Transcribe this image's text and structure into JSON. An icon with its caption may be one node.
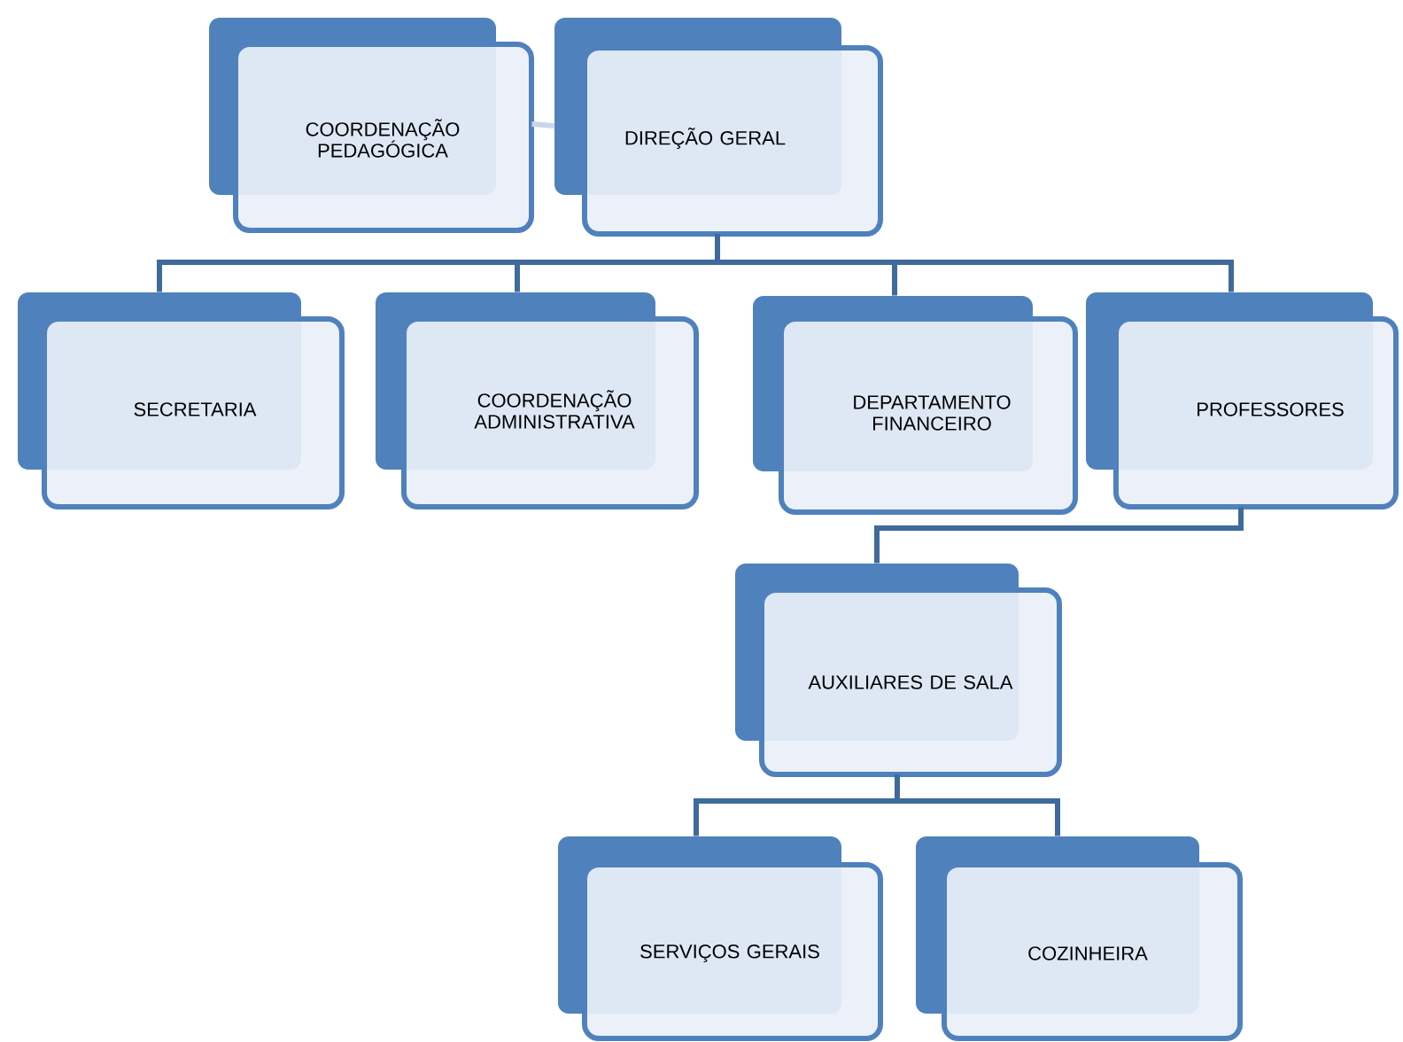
{
  "diagram": {
    "nodes": [
      {
        "text": [
          "COORDENAÇÃO PEDAGÓGICA"
        ]
      },
      {
        "text": [
          "DIREÇÃO GERAL"
        ]
      },
      {
        "text": [
          "SECRETARIA"
        ]
      },
      {
        "text": [
          "COORDENAÇÃO ADMINISTRATIVA"
        ]
      },
      {
        "text": [
          "DEPARTAMENTO FINANCEIRO"
        ]
      },
      {
        "text": [
          "PROFESSORES"
        ]
      },
      {
        "text": [
          "AUXILIARES DE SALA"
        ]
      },
      {
        "text": [
          "SERVIÇOS GERAIS"
        ]
      },
      {
        "text": [
          "COZINHEIRA"
        ]
      }
    ],
    "edges": [
      {
        "from": 0,
        "to": 1,
        "arrow": "none",
        "color": "#c9d6e8"
      },
      {
        "from": 1,
        "to": 2,
        "arrow": "none"
      },
      {
        "from": 1,
        "to": 3,
        "arrow": "none"
      },
      {
        "from": 1,
        "to": 4,
        "arrow": "none"
      },
      {
        "from": 1,
        "to": 5,
        "arrow": "none"
      },
      {
        "from": 5,
        "to": 6,
        "arrow": "none"
      },
      {
        "from": 6,
        "to": 7,
        "arrow": "none"
      },
      {
        "from": 6,
        "to": 8,
        "arrow": "none"
      }
    ]
  }
}
